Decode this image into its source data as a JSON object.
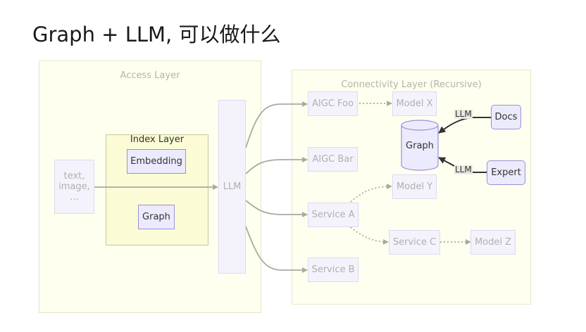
{
  "slide": {
    "title": "Graph + LLM, 可以做什么"
  },
  "diagram": {
    "access_layer": {
      "label": "Access Layer",
      "input_node": "text,\nimage,\n...",
      "input_lines": [
        "text,",
        "image,",
        "..."
      ],
      "index_layer": {
        "label": "Index Layer",
        "nodes": [
          "Embedding",
          "Graph"
        ]
      },
      "llm_node": "LLM"
    },
    "connectivity_layer": {
      "label": "Connectivity Layer (Recursive)",
      "nodes": {
        "aigc_foo": "AIGC Foo",
        "aigc_bar": "AIGC Bar",
        "service_a": "Service A",
        "service_b": "Service B",
        "service_c": "Service C",
        "model_x": "Model X",
        "model_y": "Model Y",
        "model_z": "Model Z",
        "graph_db": "Graph",
        "docs": "Docs",
        "expert": "Expert"
      },
      "edge_labels": {
        "docs_to_graph": "LLM",
        "expert_to_graph": "LLM"
      }
    },
    "edges": [
      {
        "from": "input",
        "to": "LLM",
        "style": "solid"
      },
      {
        "from": "LLM",
        "to": "AIGC Foo",
        "style": "solid"
      },
      {
        "from": "LLM",
        "to": "AIGC Bar",
        "style": "solid"
      },
      {
        "from": "LLM",
        "to": "Service A",
        "style": "solid"
      },
      {
        "from": "LLM",
        "to": "Service B",
        "style": "solid"
      },
      {
        "from": "AIGC Foo",
        "to": "Model X",
        "style": "dotted"
      },
      {
        "from": "Service A",
        "to": "Model Y",
        "style": "dotted"
      },
      {
        "from": "Service A",
        "to": "Service C",
        "style": "dotted"
      },
      {
        "from": "Service C",
        "to": "Model Z",
        "style": "dotted"
      },
      {
        "from": "Docs",
        "to": "Graph",
        "style": "solid",
        "label": "LLM"
      },
      {
        "from": "Expert",
        "to": "Graph",
        "style": "solid",
        "label": "LLM"
      }
    ],
    "colors": {
      "layer_fill": "#fffff0",
      "index_fill": "#fbfbd6",
      "node_fill": "#ecebfe",
      "node_border": "#9d8fd6",
      "faded_text": "#b0b0b0",
      "edge": "#aaaaa0",
      "dark_edge": "#333333"
    }
  }
}
